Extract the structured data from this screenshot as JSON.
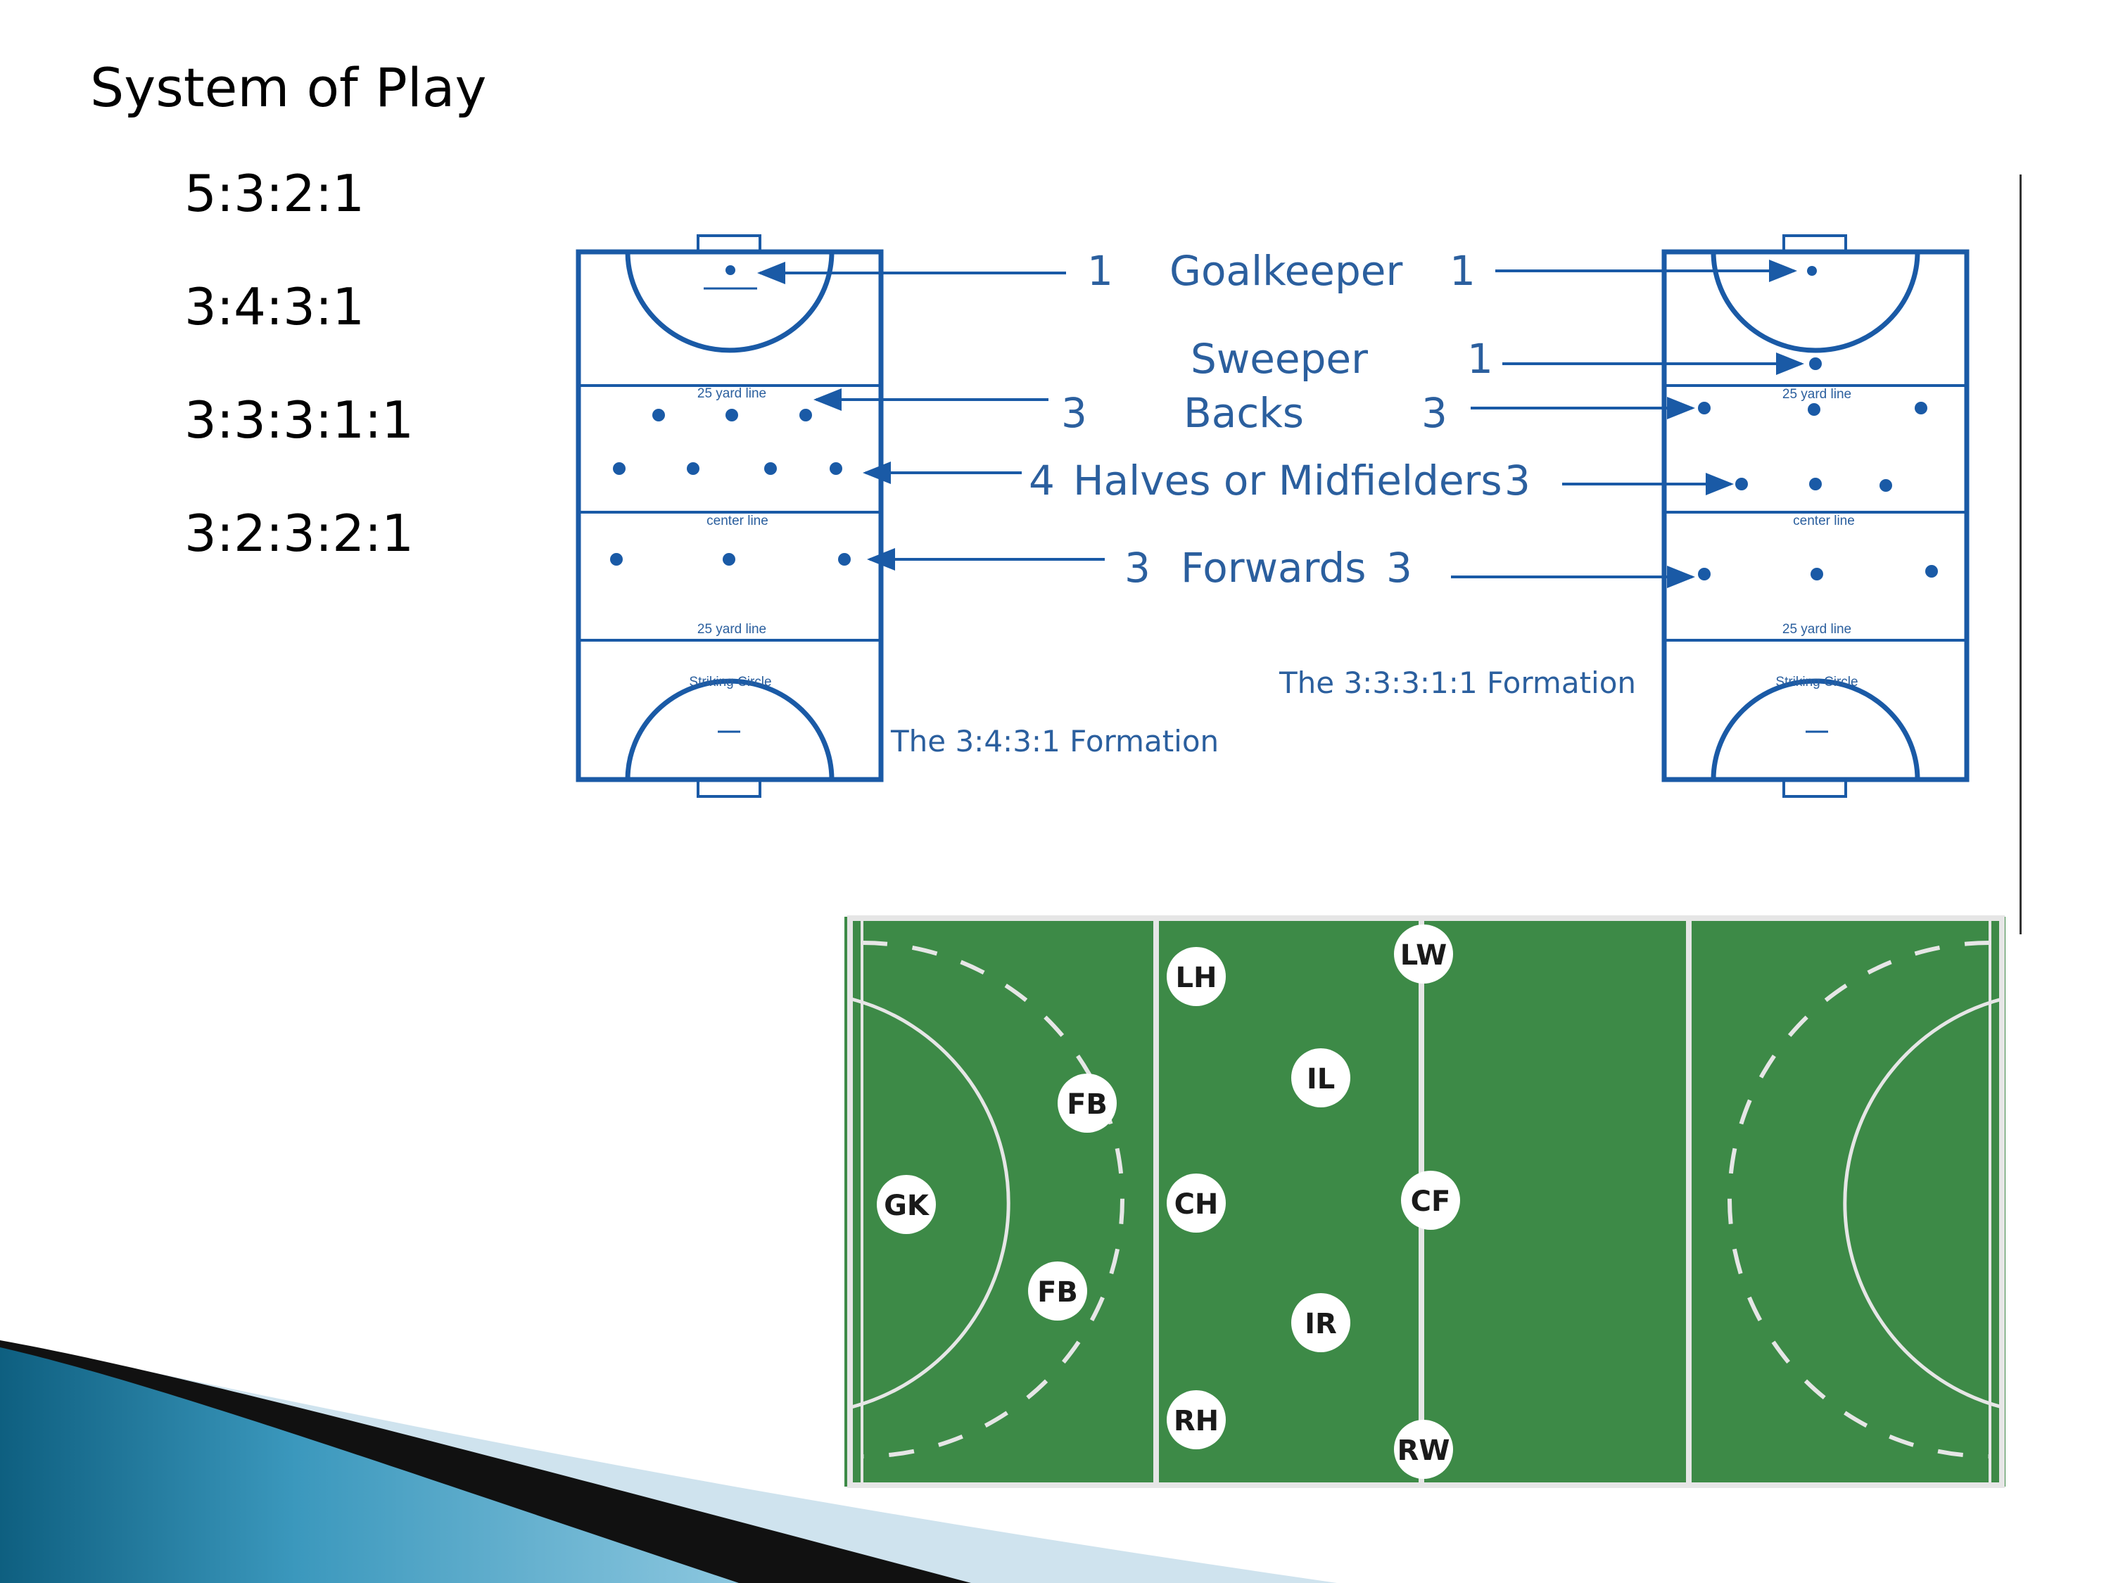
{
  "slide": {
    "title": "System of Play",
    "systems": [
      "5:3:2:1",
      "3:4:3:1",
      "3:3:3:1:1",
      "3:2:3:2:1"
    ]
  },
  "formation_diagram": {
    "field_labels": {
      "twentyfive_yard_line": "25 yard line",
      "center_line": "center line",
      "striking_circle": "Striking Circle"
    },
    "positions": [
      {
        "left_count": "1",
        "name": "Goalkeeper",
        "right_count": "1"
      },
      {
        "left_count": "",
        "name": "Sweeper",
        "right_count": "1"
      },
      {
        "left_count": "3",
        "name": "Backs",
        "right_count": "3"
      },
      {
        "left_count": "4",
        "name": "Halves or Midfielders",
        "right_count": "3"
      },
      {
        "left_count": "3",
        "name": "Forwards",
        "right_count": "3"
      }
    ],
    "left_caption": "The 3:4:3:1 Formation",
    "right_caption": "The 3:3:3:1:1 Formation",
    "colors": {
      "line": "#1a5aa6",
      "text": "#2b5f9e"
    }
  },
  "green_field": {
    "players": [
      "GK",
      "FB",
      "FB",
      "LH",
      "CH",
      "RH",
      "IL",
      "IR",
      "LW",
      "CF",
      "RW"
    ],
    "colors": {
      "pitch": "#3d8a47",
      "line": "#e6e6e6",
      "token": "#ffffff",
      "token_text": "#1a1a1a"
    }
  },
  "decor": {
    "colors": {
      "swoosh_dark": "#111111",
      "swoosh_blue": "#3b98bd",
      "swoosh_light": "#cfe3ee"
    }
  }
}
